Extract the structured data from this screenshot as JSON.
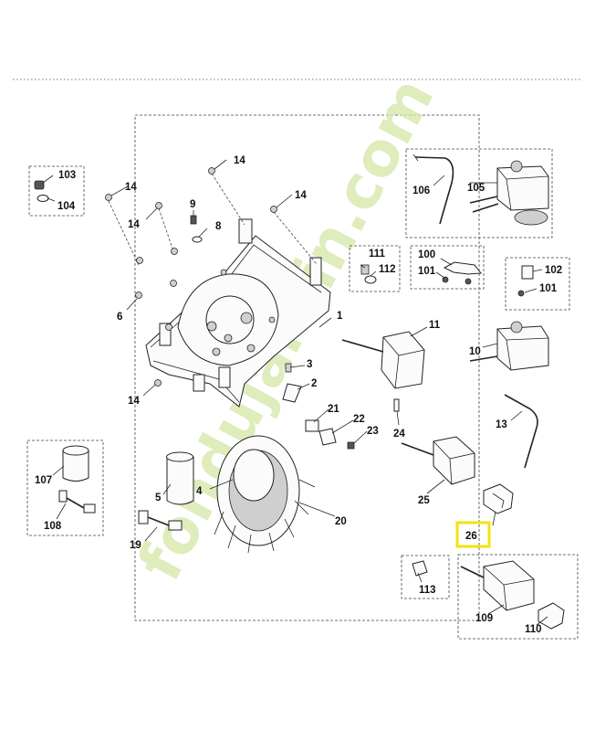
{
  "diagram": {
    "watermark": "fondujardin.com",
    "highlight_color": "#f2e40c",
    "watermark_color": "#d4e6a4",
    "labels": {
      "p1": "1",
      "p2": "2",
      "p3": "3",
      "p4": "4",
      "p5": "5",
      "p6": "6",
      "p8": "8",
      "p9": "9",
      "p10": "10",
      "p11": "11",
      "p13": "13",
      "p14a": "14",
      "p14b": "14",
      "p14c": "14",
      "p14d": "14",
      "p14e": "14",
      "p19": "19",
      "p20": "20",
      "p21": "21",
      "p22": "22",
      "p23": "23",
      "p24": "24",
      "p25": "25",
      "p26": "26",
      "p100": "100",
      "p101a": "101",
      "p101b": "101",
      "p102": "102",
      "p103": "103",
      "p104": "104",
      "p105": "105",
      "p106": "106",
      "p107": "107",
      "p108": "108",
      "p109": "109",
      "p110": "110",
      "p111": "111",
      "p112": "112",
      "p113": "113"
    }
  }
}
